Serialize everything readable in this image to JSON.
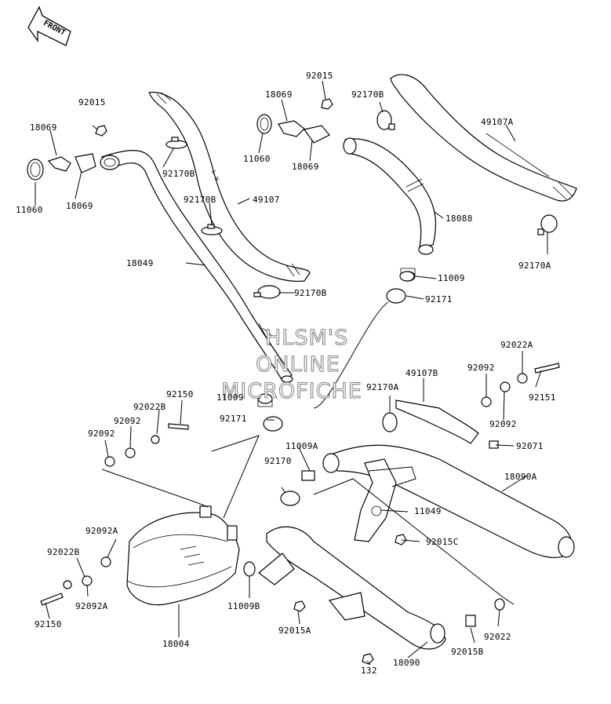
{
  "diagram": {
    "corner_code": "",
    "front_label": "FRONT",
    "watermark": [
      "HLSM'S",
      "ONLINE",
      "MICROFICHE"
    ],
    "labels": {
      "p92015_top": "92015",
      "p18069_a": "18069",
      "p11060_a": "11060",
      "p18069_b": "18069",
      "p92015_left": "92015",
      "p18069_c": "18069",
      "p11060_b": "11060",
      "p18069_d": "18069",
      "p92170B_a": "92170B",
      "p92170B_b": "92170B",
      "p92170B_c": "92170B",
      "p92170B_d": "92170B",
      "p49107": "49107",
      "p49107A": "49107A",
      "p18049": "18049",
      "p18088": "18088",
      "p92170A_a": "92170A",
      "p11009_a": "11009",
      "p92171_a": "92171",
      "p92022A": "92022A",
      "p92092_r1": "92092",
      "p49107B": "49107B",
      "p92151": "92151",
      "p92092_r2": "92092",
      "p92170A_b": "92170A",
      "p92071": "92071",
      "p11009_b": "11009",
      "p92150_a": "92150",
      "p92022B_a": "92022B",
      "p92092_l1": "92092",
      "p92092_l2": "92092",
      "p92171_b": "92171",
      "p11009A": "11009A",
      "p92170": "92170",
      "p18090A": "18090A",
      "p11049": "11049",
      "p92015C": "92015C",
      "p92092A_a": "92092A",
      "p92022B_b": "92022B",
      "p92092A_b": "92092A",
      "p92150_b": "92150",
      "p11009B": "11009B",
      "p18004": "18004",
      "p92015A": "92015A",
      "p92015B": "92015B",
      "p92022": "92022",
      "p132": "132",
      "p18090": "18090"
    }
  }
}
